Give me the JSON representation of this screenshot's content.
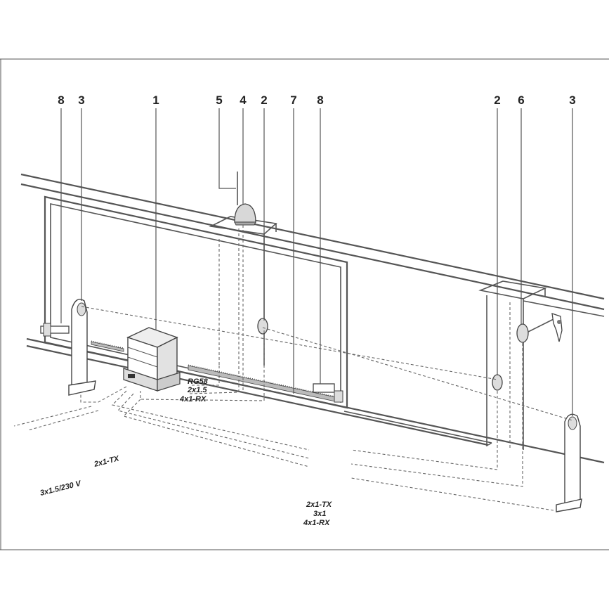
{
  "callouts": [
    "8",
    "3",
    "1",
    "5",
    "4",
    "2",
    "7",
    "8",
    "2",
    "6",
    "3"
  ],
  "cable_labels": {
    "motor_rg58": "RG58",
    "motor_power": "2x1.5",
    "motor_rx": "4x1-RX",
    "mains_power": "3x1.5/230 V",
    "mains_tx": "2x1-TX",
    "bottom_tx": "2x1-TX",
    "bottom_power": "3x1",
    "bottom_rx": "4x1-RX"
  },
  "colors": {
    "line": "#555555",
    "shade": "#dddddd",
    "background": "#ffffff"
  }
}
